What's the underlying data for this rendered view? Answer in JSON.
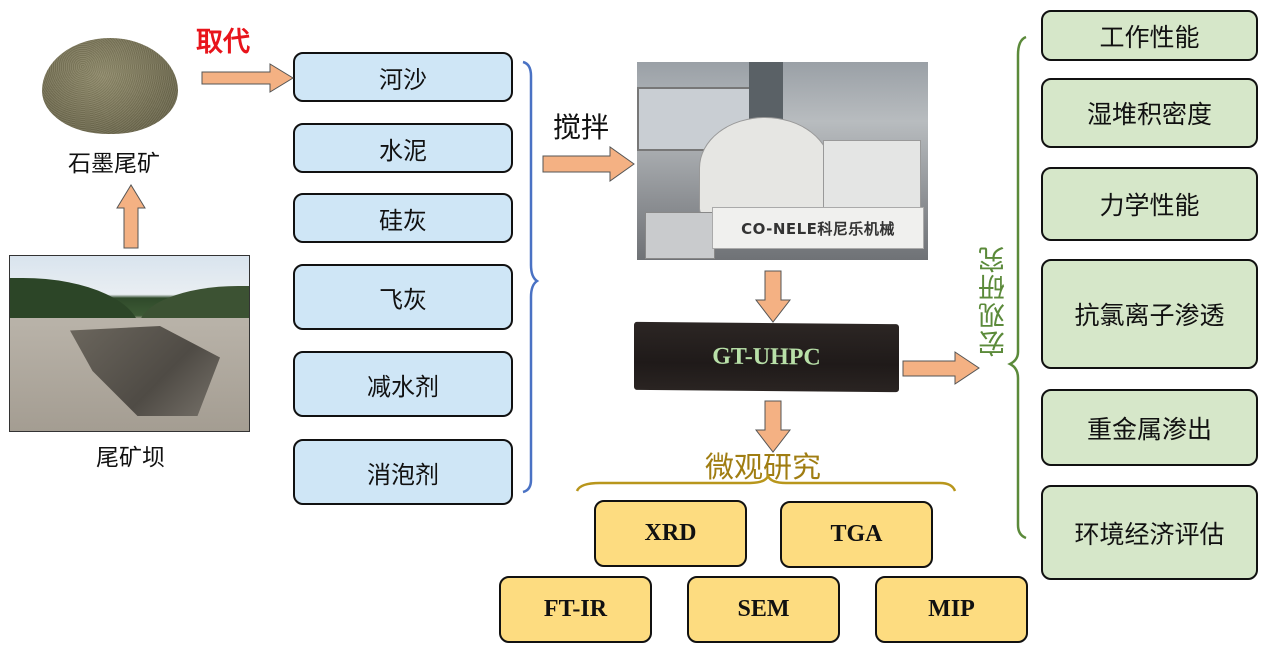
{
  "source": {
    "material_label": "石墨尾矿",
    "dam_label": "尾矿坝",
    "replace_label": "取代"
  },
  "ingredients": {
    "items": [
      {
        "label": "河沙"
      },
      {
        "label": "水泥"
      },
      {
        "label": "硅灰"
      },
      {
        "label": "飞灰"
      },
      {
        "label": "减水剂"
      },
      {
        "label": "消泡剂"
      }
    ]
  },
  "process": {
    "mix_label": "搅拌",
    "mixer_brand": "CO-NELE科尼乐机械",
    "product_label": "GT-UHPC"
  },
  "micro": {
    "title": "微观研究",
    "items": [
      {
        "label": "XRD"
      },
      {
        "label": "TGA"
      },
      {
        "label": "FT-IR"
      },
      {
        "label": "SEM"
      },
      {
        "label": "MIP"
      }
    ]
  },
  "macro": {
    "title": "宏观研究",
    "items": [
      {
        "label": "工作性能"
      },
      {
        "label": "湿堆积密度"
      },
      {
        "label": "力学性能"
      },
      {
        "label": "抗氯离子渗透"
      },
      {
        "label": "重金属渗出"
      },
      {
        "label": "环境经济评估"
      }
    ]
  },
  "colors": {
    "arrow_fill": "#f4b183",
    "ingredient_box": "#cfe6f6",
    "macro_box": "#d6e7c9",
    "micro_box": "#fddc80",
    "replace_text": "#e8141b",
    "macro_title": "#5b8a3a",
    "micro_title": "#a07d12",
    "ingredient_brace": "#4a72c4"
  }
}
